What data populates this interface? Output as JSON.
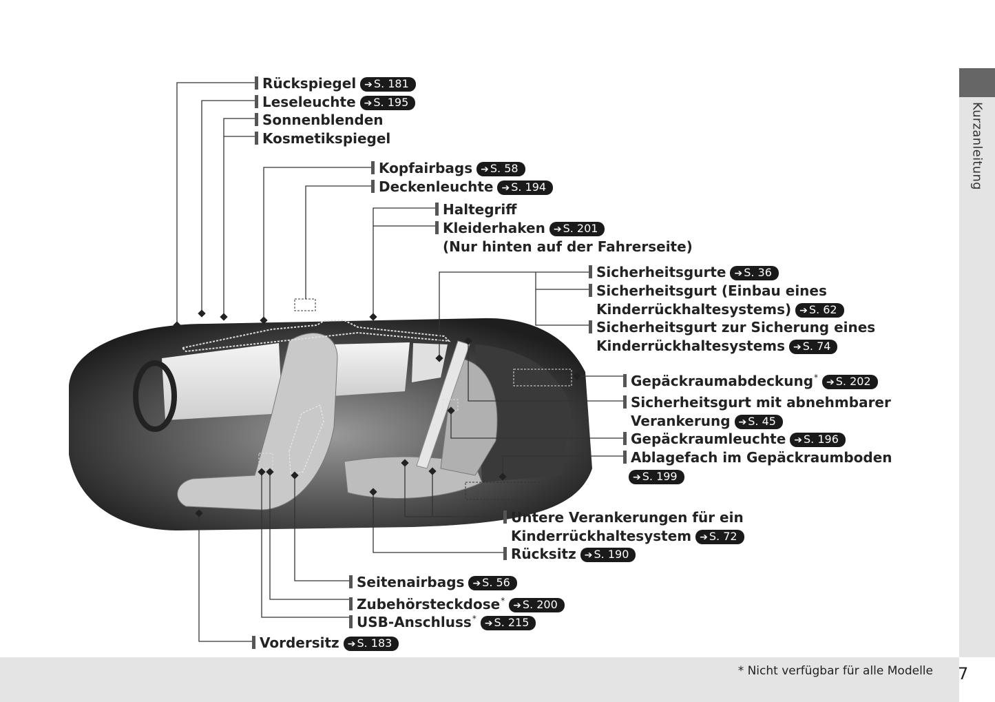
{
  "side_tab": {
    "label": "Kurzanleitung"
  },
  "footer": {
    "note": "* Nicht verfügbar für alle Modelle",
    "page": "7"
  },
  "labels": {
    "rueckspiegel": {
      "text": "Rückspiegel",
      "ref": "S. 181"
    },
    "leseleuchte": {
      "text": "Leseleuchte",
      "ref": "S. 195"
    },
    "sonnenblenden": {
      "text": "Sonnenblenden"
    },
    "kosmetikspiegel": {
      "text": "Kosmetikspiegel"
    },
    "kopfairbags": {
      "text": "Kopfairbags",
      "ref": "S. 58"
    },
    "deckenleuchte": {
      "text": "Deckenleuchte",
      "ref": "S. 194"
    },
    "haltegriff": {
      "text": "Haltegriff"
    },
    "kleiderhaken": {
      "text": "Kleiderhaken",
      "ref": "S. 201",
      "note": "(Nur hinten auf der Fahrerseite)"
    },
    "sicherheitsgurte": {
      "text": "Sicherheitsgurte",
      "ref": "S. 36"
    },
    "gurt_einbau": {
      "line1": "Sicherheitsgurt (Einbau eines",
      "line2": "Kinderrückhaltesystems)",
      "ref": "S. 62"
    },
    "gurt_sicherung": {
      "line1": "Sicherheitsgurt zur Sicherung eines",
      "line2": "Kinderrückhaltesystems",
      "ref": "S. 74"
    },
    "gepaeckraumabdeckung": {
      "text": "Gepäckraumabdeckung",
      "star": "*",
      "ref": "S. 202"
    },
    "gurt_abnehmbar": {
      "line1": "Sicherheitsgurt mit abnehmbarer",
      "line2": "Verankerung",
      "ref": "S. 45"
    },
    "gepaeckraumleuchte": {
      "text": "Gepäckraumleuchte",
      "ref": "S. 196"
    },
    "ablagefach": {
      "text": "Ablagefach im Gepäckraumboden",
      "ref": "S. 199"
    },
    "untere_verankerungen": {
      "line1": "Untere Verankerungen für ein",
      "line2": "Kinderrückhaltesystem",
      "ref": "S. 72"
    },
    "ruecksitz": {
      "text": "Rücksitz",
      "ref": "S. 190"
    },
    "seitenairbags": {
      "text": "Seitenairbags",
      "ref": "S. 56"
    },
    "zubehoer": {
      "text": "Zubehörsteckdose",
      "star": "*",
      "ref": "S. 200"
    },
    "usb": {
      "text": "USB-Anschluss",
      "star": "*",
      "ref": "S. 215"
    },
    "vordersitz": {
      "text": "Vordersitz",
      "ref": "S. 183"
    }
  },
  "colors": {
    "ref_badge": "#1a1a1a",
    "leader": "#333333",
    "side_tab": "#e4e4e4",
    "side_tab_head": "#666666"
  }
}
